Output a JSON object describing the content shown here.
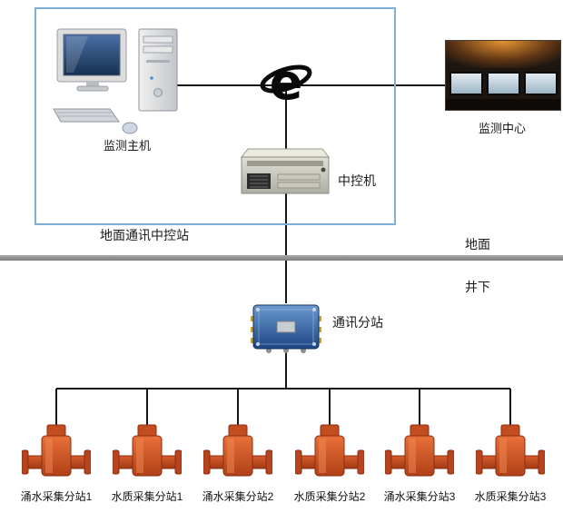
{
  "labels": {
    "host": "监测主机",
    "center": "监测中心",
    "control_machine": "中控机",
    "ground_station": "地面通讯中控站",
    "surface": "地面",
    "underground": "井下",
    "substation": "通讯分站"
  },
  "devices": [
    {
      "label": "涌水采集分站1"
    },
    {
      "label": "水质采集分站1"
    },
    {
      "label": "涌水采集分站2"
    },
    {
      "label": "水质采集分站2"
    },
    {
      "label": "涌水采集分站3"
    },
    {
      "label": "水质采集分站3"
    }
  ],
  "icons": {
    "internet": "ie-globe-icon"
  },
  "colors": {
    "wire": "#151515",
    "ground_box_border": "#7fb0d6",
    "divider": "#8f8f8f",
    "device_orange": "#cc4f26",
    "substation_blue": "#2a5fa8",
    "rack_beige": "#d6d6cc"
  }
}
